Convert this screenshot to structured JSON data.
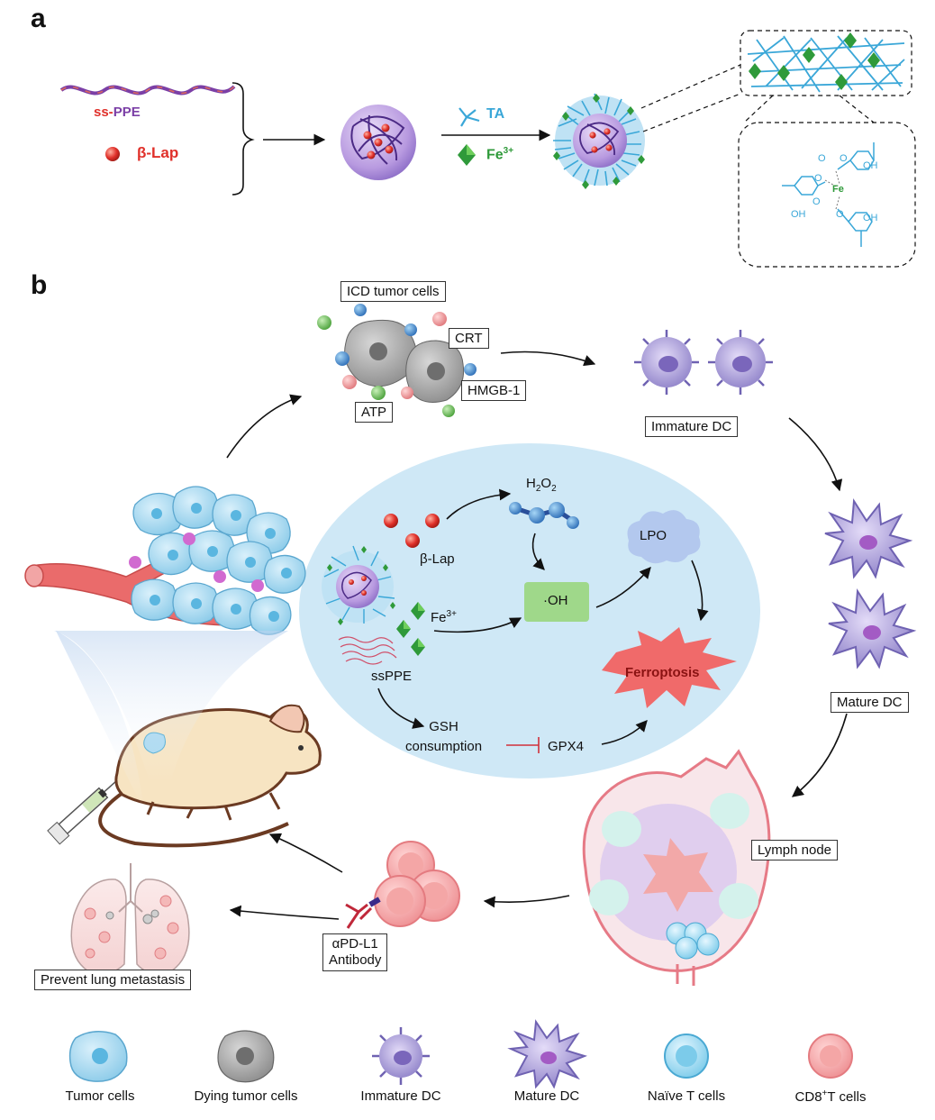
{
  "panel_a": {
    "panel_label": "a",
    "ss_prefix": "ss-",
    "ppe": "PPE",
    "drug": "β-Lap",
    "ta": "TA",
    "fe_base": "Fe",
    "fe_sup": "3+",
    "complex": {
      "o": "O",
      "oh": "OH",
      "fe": "Fe"
    }
  },
  "panel_b": {
    "panel_label": "b",
    "icd_tumor_cells": "ICD tumor cells",
    "crt": "CRT",
    "hmgb": "HMGB-1",
    "atp": "ATP",
    "immature_dc": "Immature DC",
    "mature_dc": "Mature DC",
    "lymph_node": "Lymph node",
    "antibody_line1": "αPD-L1",
    "antibody_line2": "Antibody",
    "lung": "Prevent lung metastasis",
    "center": {
      "h2o2_h": "H",
      "h2o2_2a": "2",
      "h2o2_o": "O",
      "h2o2_2b": "2",
      "beta_lap": "β-Lap",
      "lpo": "LPO",
      "oh": "·OH",
      "fe_base": "Fe",
      "fe_sup": "3+",
      "ssppe": "ssPPE",
      "ferroptosis": "Ferroptosis",
      "gsh_line1": "GSH",
      "gsh_line2": "consumption",
      "gpx4": "GPX4"
    }
  },
  "legend": {
    "tumor_cells": "Tumor cells",
    "dying_tumor_cells": "Dying tumor cells",
    "immature_dc": "Immature DC",
    "mature_dc": "Mature DC",
    "naive_t_cells": "Naïve T cells",
    "cd8_prefix": "CD8",
    "cd8_sup": "+",
    "cd8_suffix": "T cells"
  },
  "colors": {
    "ppe_purple": "#7b3fa6",
    "drug_red": "#e0302a",
    "ta_blue": "#3aa7d8",
    "fe_green": "#2f9a3a",
    "oval_bg": "#cfe8f6",
    "oh_box": "#9fd88a",
    "ferroptosis": "#f06a6a",
    "tumor_cell": "#a9d8f0",
    "dc_purple": "#9b8fd0",
    "cd8_pink": "#f4a6a6"
  }
}
